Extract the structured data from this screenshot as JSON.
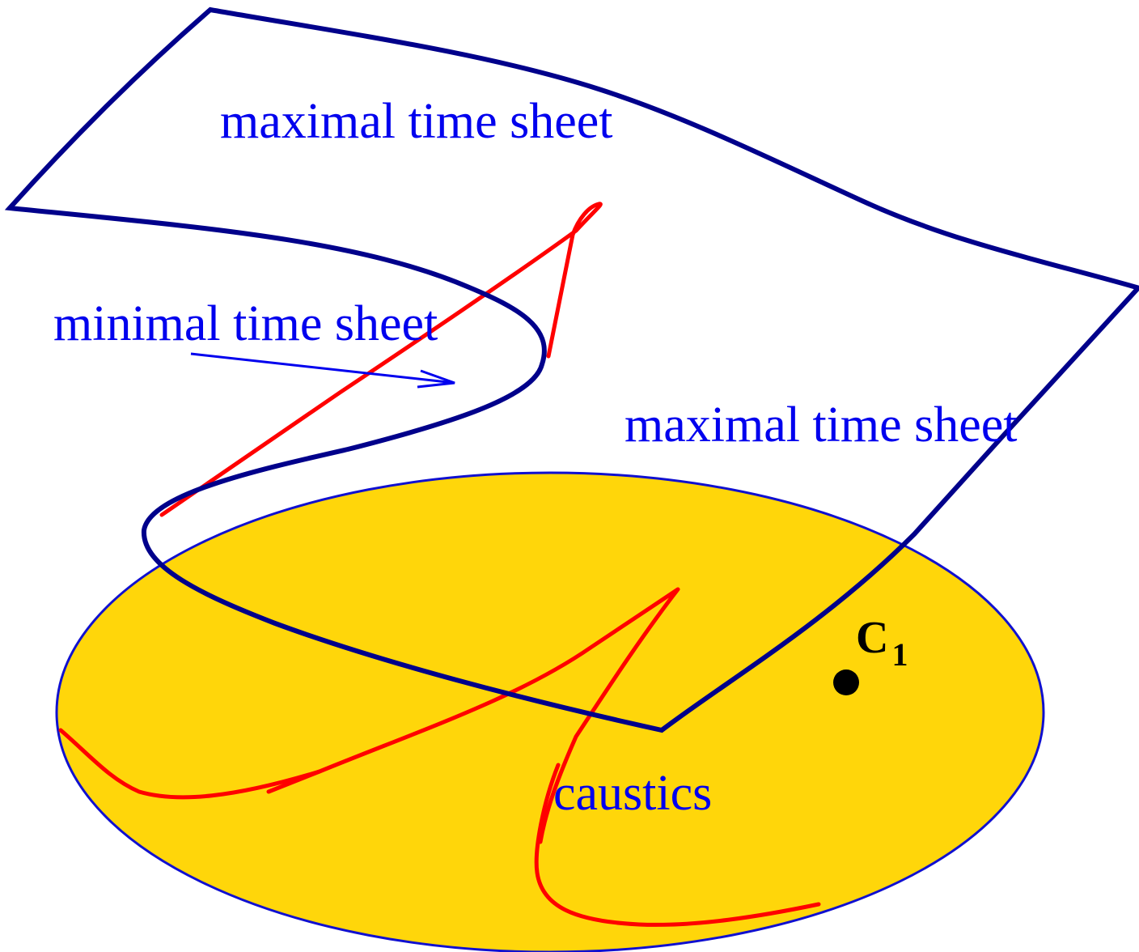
{
  "labels": {
    "max_sheet_top": "maximal time sheet",
    "min_sheet": "minimal time sheet",
    "max_sheet_right": "maximal time sheet",
    "caustics": "caustics",
    "point_letter": "C",
    "point_subscript": "1"
  },
  "colors": {
    "disk_fill": "#ffd60a",
    "disk_stroke": "#1010d0",
    "sheet_outline": "#00008b",
    "caustic_curve": "#ff0000",
    "label_text": "#0000ee",
    "point": "#000000"
  }
}
